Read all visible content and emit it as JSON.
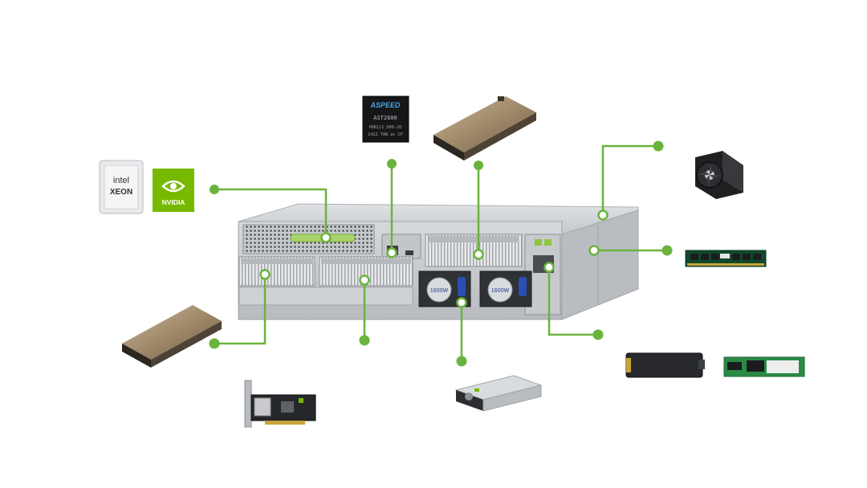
{
  "colors": {
    "accent": "#6ab43e",
    "chassis": "#c9ccd0",
    "nvidia_green": "#76b900",
    "background": "#ffffff"
  },
  "cpu_chip": {
    "brand": "intel",
    "product": "XEON"
  },
  "gpu_logo": {
    "brand": "NVIDIA"
  },
  "bmc_chip": {
    "brand": "ASPEED",
    "model": "AST2600",
    "line1": "P8R121.000-20",
    "line2": "1422  TAN ac CF"
  },
  "psu_labels": [
    "1600W",
    "1600W"
  ],
  "components": [
    {
      "name": "CPU / GPU platform",
      "icon": "cpu-gpu-icon"
    },
    {
      "name": "BMC controller",
      "icon": "bmc-chip-icon"
    },
    {
      "name": "GPU accelerator (top)",
      "icon": "gpu-card-icon"
    },
    {
      "name": "GPU accelerator (left)",
      "icon": "gpu-card-icon"
    },
    {
      "name": "Fan",
      "icon": "fan-icon"
    },
    {
      "name": "Memory DIMM",
      "icon": "dimm-icon"
    },
    {
      "name": "M.2 / E1.S storage",
      "icon": "ssd-icon"
    },
    {
      "name": "Network adapter",
      "icon": "nic-icon"
    },
    {
      "name": "Power supply",
      "icon": "psu-icon"
    }
  ]
}
